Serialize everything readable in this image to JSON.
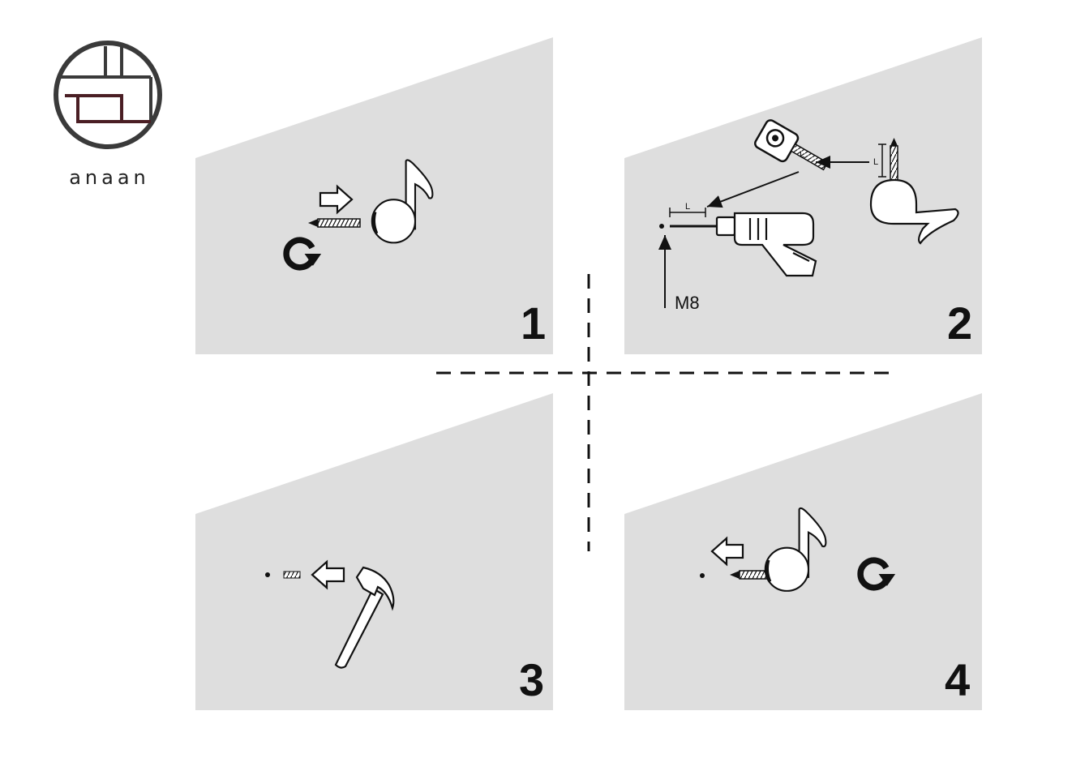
{
  "brand": {
    "name": "anaan",
    "logo_dark": "#3a3a3a",
    "logo_accent": "#4a1e24"
  },
  "colors": {
    "panel": "#dedede",
    "ink": "#111111",
    "white": "#ffffff"
  },
  "steps": [
    {
      "number": "1",
      "icons": [
        "arrow-right-icon",
        "screw-icon",
        "rotate-icon",
        "music-note-hook-icon"
      ]
    },
    {
      "number": "2",
      "icons": [
        "tape-measure-icon",
        "drill-icon",
        "music-note-hook-icon",
        "screw-icon"
      ],
      "labels": {
        "length_label": "L",
        "drill_size": "M8"
      }
    },
    {
      "number": "3",
      "icons": [
        "hammer-icon",
        "wall-plug-icon",
        "arrow-left-icon"
      ]
    },
    {
      "number": "4",
      "icons": [
        "arrow-left-icon",
        "screw-icon",
        "rotate-icon",
        "music-note-hook-icon"
      ]
    }
  ]
}
